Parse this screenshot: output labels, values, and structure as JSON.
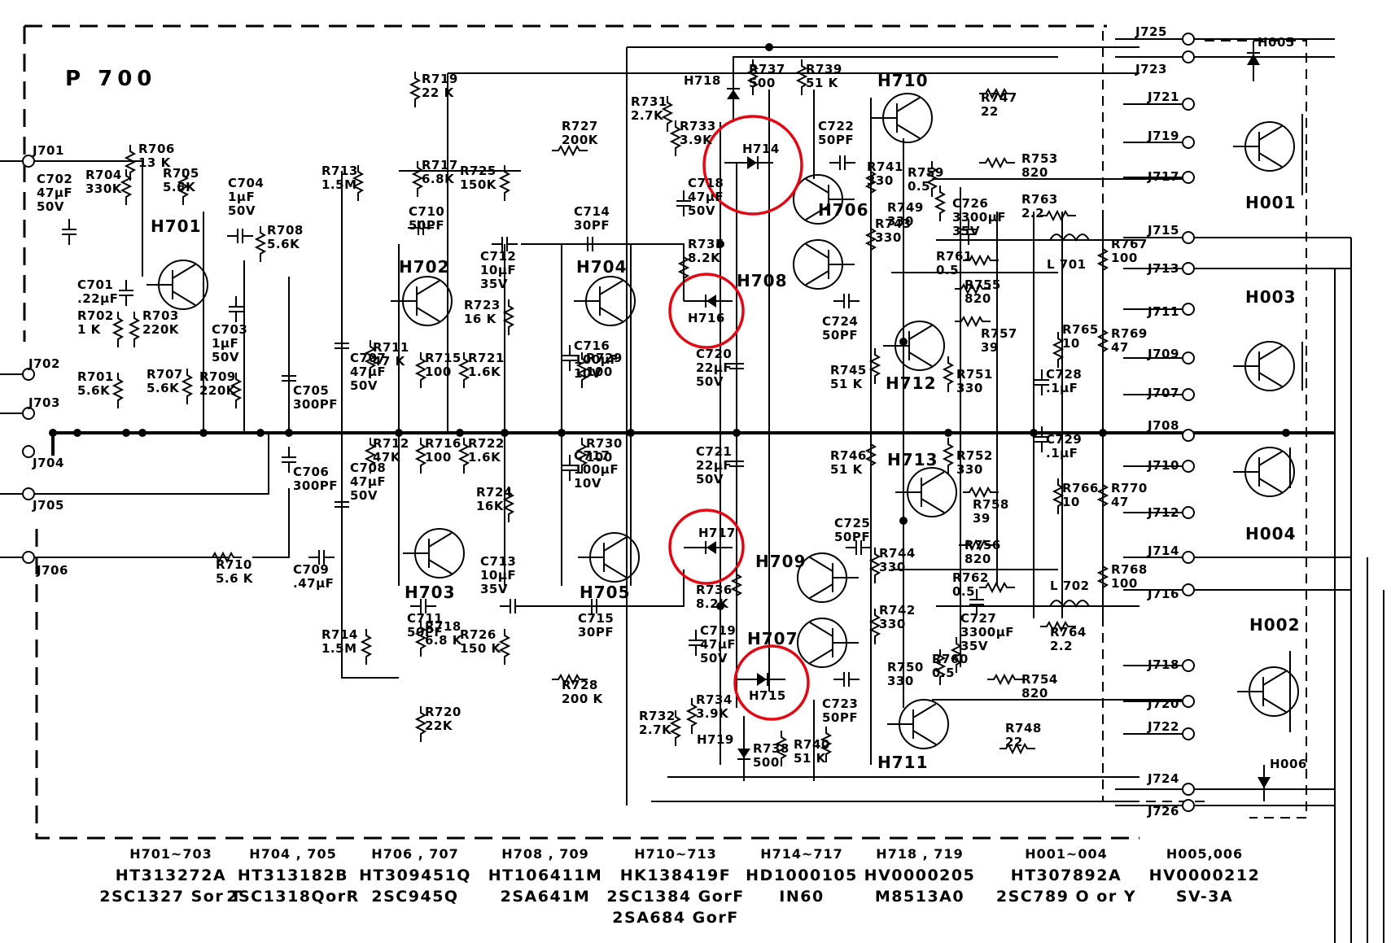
{
  "board": {
    "title": "P 700"
  },
  "connectors": [
    "J701",
    "J702",
    "J703",
    "J704",
    "J705",
    "J706",
    "J725",
    "J723",
    "J721",
    "J719",
    "J717",
    "J715",
    "J713",
    "J711",
    "J709",
    "J707",
    "J708",
    "J710",
    "J712",
    "J714",
    "J716",
    "J718",
    "J720",
    "J722",
    "J724",
    "J726"
  ],
  "transistors": {
    "H701": "H701",
    "H702": "H702",
    "H703": "H703",
    "H704": "H704",
    "H705": "H705",
    "H706": "H706",
    "H707": "H707",
    "H708": "H708",
    "H709": "H709",
    "H710": "H710",
    "H711": "H711",
    "H712": "H712",
    "H713": "H713",
    "H001": "H001",
    "H002": "H002",
    "H003": "H003",
    "H004": "H004"
  },
  "diodes": {
    "H714": "H714",
    "H715": "H715",
    "H716": "H716",
    "H717": "H717",
    "H718": "H718",
    "H719": "H719",
    "H005": "H005",
    "H006": "H006"
  },
  "resistors": {
    "R701": [
      "R701",
      "5.6K"
    ],
    "R702": [
      "R702",
      "1 K"
    ],
    "R703": [
      "R703",
      "220K"
    ],
    "R704": [
      "R704",
      "330K"
    ],
    "R705": [
      "R705",
      "5.6K"
    ],
    "R706": [
      "R706",
      "13 K"
    ],
    "R707": [
      "R707",
      "5.6K"
    ],
    "R708": [
      "R708",
      "5.6K"
    ],
    "R709": [
      "R709",
      "220K"
    ],
    "R710": [
      "R710",
      "5.6 K"
    ],
    "R711": [
      "R711",
      "47 K"
    ],
    "R712": [
      "R712",
      "47K"
    ],
    "R713": [
      "R713",
      "1.5M"
    ],
    "R714": [
      "R714",
      "1.5M"
    ],
    "R715": [
      "R715",
      "100"
    ],
    "R716": [
      "R716",
      "100"
    ],
    "R717": [
      "R717",
      "6.8K"
    ],
    "R718": [
      "R718",
      "6.8 K"
    ],
    "R719": [
      "R719",
      "22 K"
    ],
    "R720": [
      "R720",
      "22K"
    ],
    "R721": [
      "R721",
      "1.6K"
    ],
    "R722": [
      "R722",
      "1.6K"
    ],
    "R723": [
      "R723",
      "16 K"
    ],
    "R724": [
      "R724",
      "16K"
    ],
    "R725": [
      "R725",
      "150K"
    ],
    "R726": [
      "R726",
      "150 K"
    ],
    "R727": [
      "R727",
      "200K"
    ],
    "R728": [
      "R728",
      "200 K"
    ],
    "R729": [
      "R729",
      "100"
    ],
    "R730": [
      "R730",
      "100"
    ],
    "R731": [
      "R731",
      "2.7K"
    ],
    "R732": [
      "R732",
      "2.7K"
    ],
    "R733": [
      "R733",
      "3.9K"
    ],
    "R734": [
      "R734",
      "3.9K"
    ],
    "R735": [
      "R735",
      "8.2K"
    ],
    "R736": [
      "R736",
      "8.2K"
    ],
    "R737": [
      "R737",
      "500"
    ],
    "R738": [
      "R738",
      "500"
    ],
    "R739": [
      "R739",
      "51 K"
    ],
    "R740": [
      "R740",
      "51 K"
    ],
    "R741": [
      "R741",
      "330"
    ],
    "R742": [
      "R742",
      "330"
    ],
    "R743": [
      "R743",
      "330"
    ],
    "R744": [
      "R744",
      "330"
    ],
    "R745": [
      "R745",
      "51 K"
    ],
    "R746": [
      "R746",
      "51 K"
    ],
    "R747": [
      "R747",
      "22"
    ],
    "R748": [
      "R748",
      "22"
    ],
    "R749": [
      "R749",
      "330"
    ],
    "R750": [
      "R750",
      "330"
    ],
    "R751": [
      "R751",
      "330"
    ],
    "R752": [
      "R752",
      "330"
    ],
    "R753": [
      "R753",
      "820"
    ],
    "R754": [
      "R754",
      "820"
    ],
    "R755": [
      "R755",
      "820"
    ],
    "R756": [
      "R756",
      "820"
    ],
    "R757": [
      "R757",
      "39"
    ],
    "R758": [
      "R758",
      "39"
    ],
    "R759": [
      "R759",
      "0.5"
    ],
    "R760": [
      "R760",
      "0.5"
    ],
    "R761": [
      "R761",
      "0.5"
    ],
    "R762": [
      "R762",
      "0.5"
    ],
    "R763": [
      "R763",
      "2.2"
    ],
    "R764": [
      "R764",
      "2.2"
    ],
    "R765": [
      "R765",
      "10"
    ],
    "R766": [
      "R766",
      "10"
    ],
    "R767": [
      "R767",
      "100"
    ],
    "R768": [
      "R768",
      "100"
    ],
    "R769": [
      "R769",
      "47"
    ],
    "R770": [
      "R770",
      "47"
    ]
  },
  "capacitors": {
    "C701": [
      "C701",
      ".22µF"
    ],
    "C702": [
      "C702",
      "47µF",
      "50V"
    ],
    "C703": [
      "C703",
      "1µF",
      "50V"
    ],
    "C704": [
      "C704",
      "1µF",
      "50V"
    ],
    "C705": [
      "C705",
      "300PF"
    ],
    "C706": [
      "C706",
      "300PF"
    ],
    "C707": [
      "C707",
      "47µF",
      "50V"
    ],
    "C708": [
      "C708",
      "47µF",
      "50V"
    ],
    "C709": [
      "C709",
      ".47µF"
    ],
    "C710": [
      "C710",
      "50PF"
    ],
    "C711": [
      "C711",
      "50PF"
    ],
    "C712": [
      "C712",
      "10µF",
      "35V"
    ],
    "C713": [
      "C713",
      "10µF",
      "35V"
    ],
    "C714": [
      "C714",
      "30PF"
    ],
    "C715": [
      "C715",
      "30PF"
    ],
    "C716": [
      "C716",
      "100µF",
      "10V"
    ],
    "C717": [
      "C717",
      "100µF",
      "10V"
    ],
    "C718": [
      "C718",
      "47µF",
      "50V"
    ],
    "C719": [
      "C719",
      "47µF",
      "50V"
    ],
    "C720": [
      "C720",
      "22µF",
      "50V"
    ],
    "C721": [
      "C721",
      "22µF",
      "50V"
    ],
    "C722": [
      "C722",
      "50PF"
    ],
    "C723": [
      "C723",
      "50PF"
    ],
    "C724": [
      "C724",
      "50PF"
    ],
    "C725": [
      "C725",
      "50PF"
    ],
    "C726": [
      "C726",
      "3300µF",
      "35V"
    ],
    "C727": [
      "C727",
      "3300µF",
      "35V"
    ],
    "C728": [
      "C728",
      ".1µF"
    ],
    "C729": [
      "C729",
      ".1µF"
    ]
  },
  "inductors": {
    "L701": "L 701",
    "L702": "L 702"
  },
  "legend": [
    {
      "refs": "H701∼703",
      "part": "HT313272A",
      "type": "2SC1327 Sor T"
    },
    {
      "refs": "H704 , 705",
      "part": "HT313182B",
      "type": "2SC1318QorR"
    },
    {
      "refs": "H706 , 707",
      "part": "HT309451Q",
      "type": "2SC945Q"
    },
    {
      "refs": "H708 , 709",
      "part": "HT106411M",
      "type": "2SA641M"
    },
    {
      "refs": "H710∼713",
      "part": "HK138419F",
      "type": "2SC1384 GorF",
      "type2": "2SA684 GorF"
    },
    {
      "refs": "H714∼717",
      "part": "HD1000105",
      "type": "IN60"
    },
    {
      "refs": "H718 , 719",
      "part": "HV0000205",
      "type": "M8513A0"
    },
    {
      "refs": "H001∼004",
      "part": "HT307892A",
      "type": "2SC789 O or Y"
    },
    {
      "refs": "H005,006",
      "part": "HV0000212",
      "type": "SV-3A"
    }
  ],
  "colors": {
    "ink": "#000000",
    "paper": "#ffffff",
    "highlight": "#e30613"
  }
}
